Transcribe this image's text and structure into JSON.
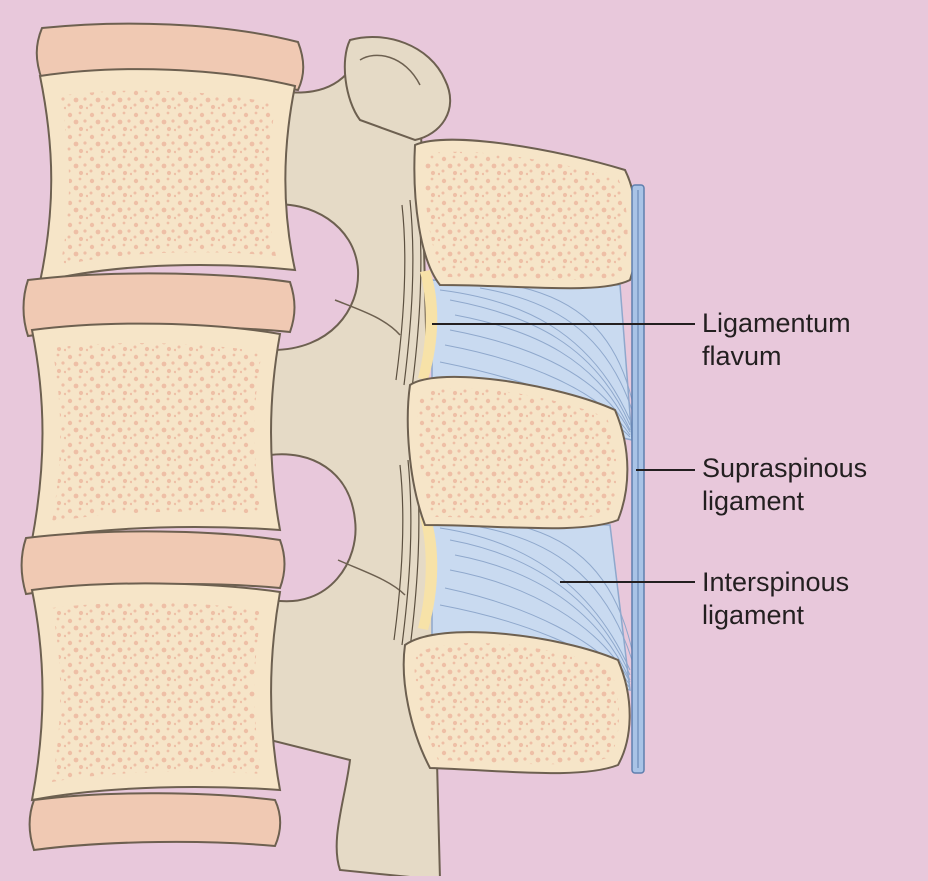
{
  "colors": {
    "background": "#e8c8db",
    "vertebral_body": "#f6e5c8",
    "bone_pore": "#eebfa6",
    "disc": "#f0c9b3",
    "posterior_arch": "#e5dac6",
    "interspinous_ligament": "#c9daf0",
    "ligament_fiber": "#8fa8cc",
    "supraspinous_ligament": "#a9c3e6",
    "ligamentum_flavum": "#f7e2a8",
    "leader_line": "#231f20"
  },
  "labels": {
    "ligamentum_flavum": {
      "line1": "Ligamentum",
      "line2": "flavum"
    },
    "supraspinous": {
      "line1": "Supraspinous",
      "line2": "ligament"
    },
    "interspinous": {
      "line1": "Interspinous",
      "line2": "ligament"
    }
  }
}
